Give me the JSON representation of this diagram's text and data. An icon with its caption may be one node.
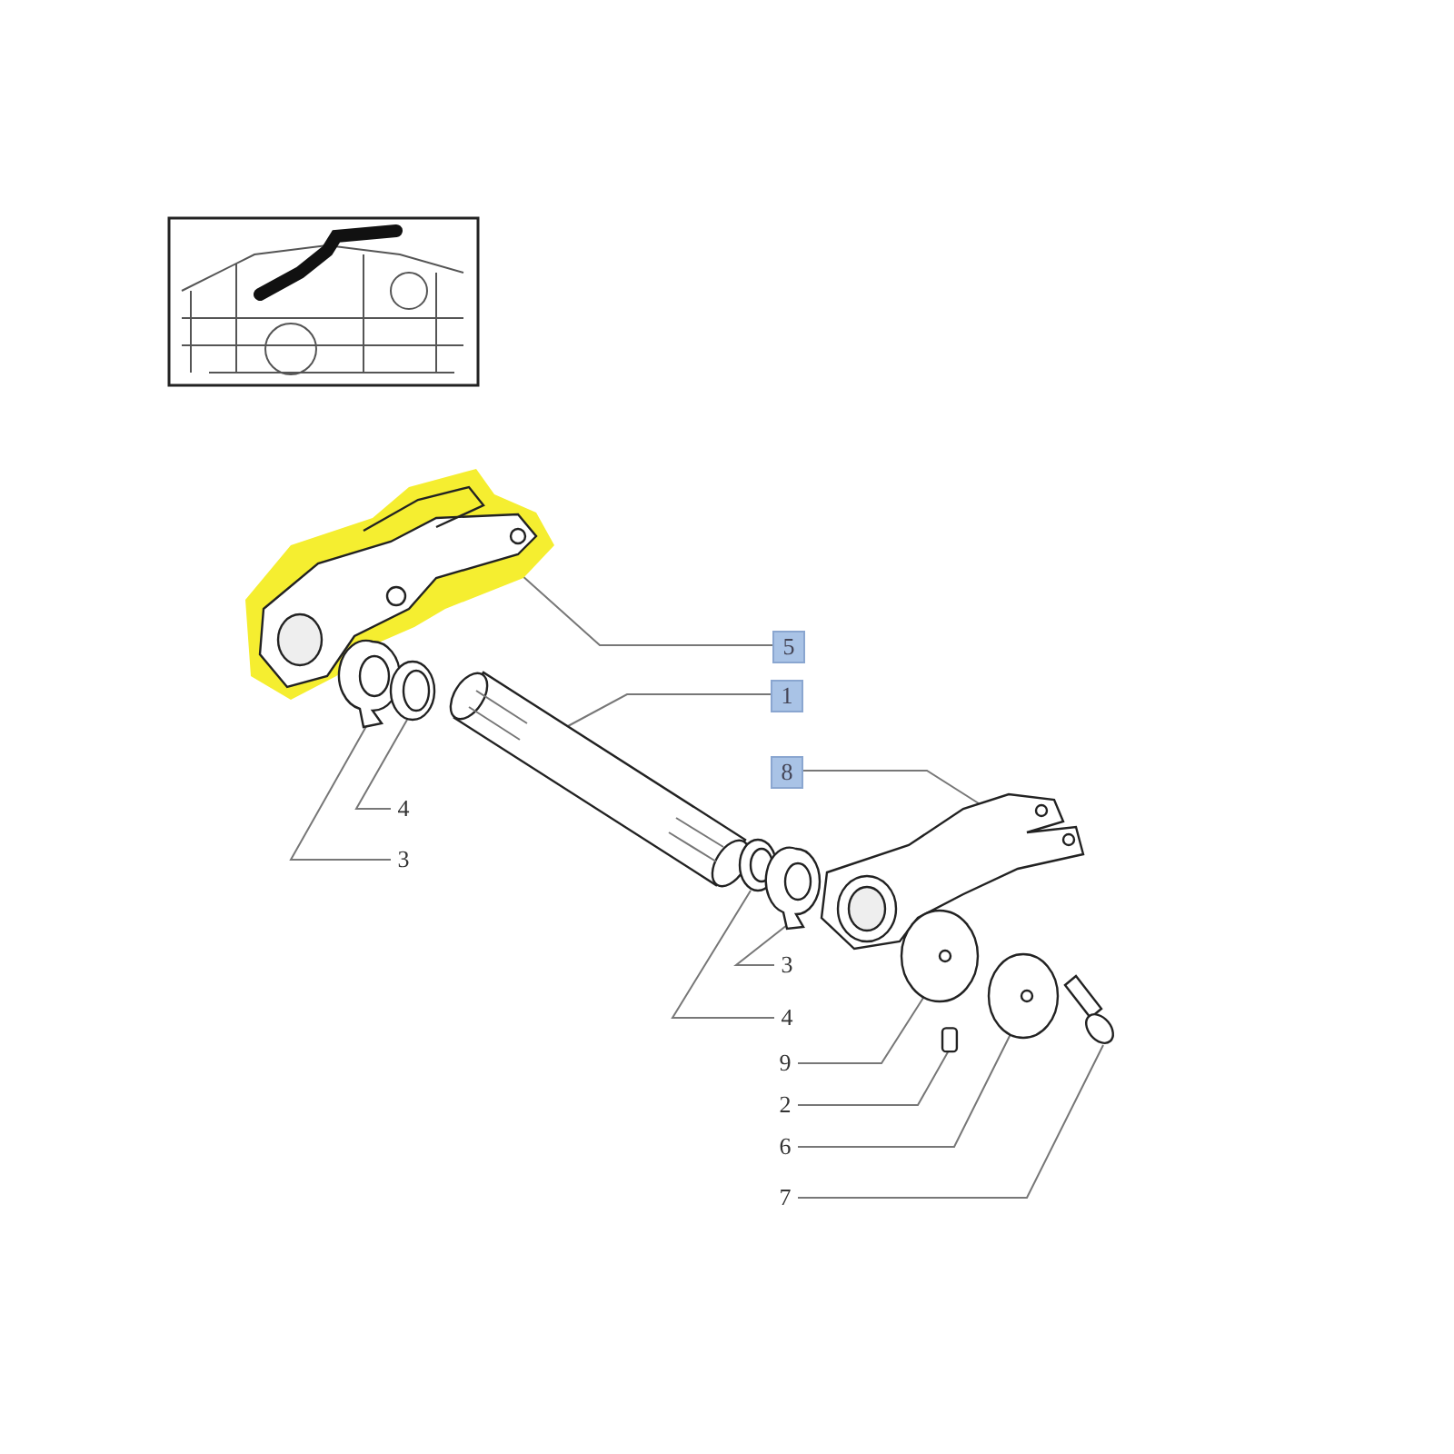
{
  "diagram": {
    "nodes": [
      {
        "text": [
          "5"
        ]
      },
      {
        "text": [
          "1"
        ]
      },
      {
        "text": [
          "8"
        ]
      },
      {
        "text": [
          "4"
        ]
      },
      {
        "text": [
          "3"
        ]
      },
      {
        "text": [
          "3"
        ]
      },
      {
        "text": [
          "4"
        ]
      },
      {
        "text": [
          "9"
        ]
      },
      {
        "text": [
          "2"
        ]
      },
      {
        "text": [
          "6"
        ]
      },
      {
        "text": [
          "7"
        ]
      },
      {
        "text": [],
        "shape": "picture"
      },
      {
        "text": [],
        "shape": "picture"
      },
      {
        "text": [],
        "shape": "picture"
      },
      {
        "text": [],
        "shape": "picture"
      },
      {
        "text": [],
        "shape": "picture"
      },
      {
        "text": [],
        "shape": "picture"
      },
      {
        "text": [],
        "shape": "picture"
      },
      {
        "text": [],
        "shape": "picture"
      },
      {
        "text": [],
        "shape": "box"
      },
      {
        "text": [],
        "shape": "picture"
      },
      {
        "text": [],
        "shape": "picture"
      }
    ],
    "edges": [
      {
        "from": 0,
        "to": 11,
        "arrow": "none"
      },
      {
        "from": 1,
        "to": 14,
        "arrow": "none"
      },
      {
        "from": 2,
        "to": 17,
        "arrow": "none"
      },
      {
        "from": 3,
        "to": 13,
        "arrow": "none"
      },
      {
        "from": 4,
        "to": 12,
        "arrow": "none"
      },
      {
        "from": 5,
        "to": 16,
        "arrow": "none"
      },
      {
        "from": 6,
        "to": 15,
        "arrow": "none"
      },
      {
        "from": 7,
        "to": 18,
        "arrow": "none"
      },
      {
        "from": 8,
        "to": 19,
        "arrow": "none"
      },
      {
        "from": 9,
        "to": 20,
        "arrow": "none"
      },
      {
        "from": 10,
        "to": 21,
        "arrow": "none"
      }
    ]
  }
}
